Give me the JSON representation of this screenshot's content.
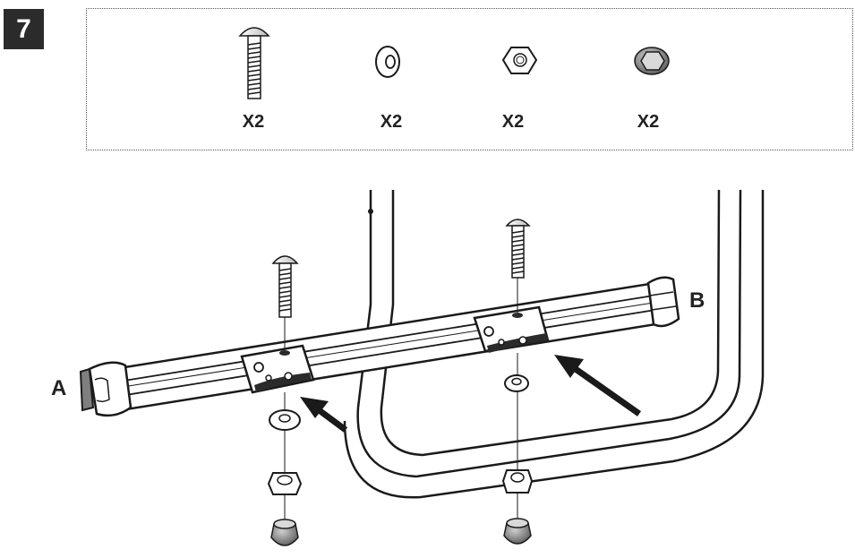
{
  "step": {
    "number": "7"
  },
  "hardware": [
    {
      "icon": "carriage-bolt-icon",
      "quantity": "X2"
    },
    {
      "icon": "washer-icon",
      "quantity": "X2"
    },
    {
      "icon": "hex-nut-icon",
      "quantity": "X2"
    },
    {
      "icon": "cap-nut-icon",
      "quantity": "X2"
    }
  ],
  "labels": {
    "a": "A",
    "b": "B"
  },
  "colors": {
    "line": "#1a1a1a",
    "fill": "#ffffff",
    "dark": "#2b2b2b",
    "metal": "#8a8a8a"
  }
}
